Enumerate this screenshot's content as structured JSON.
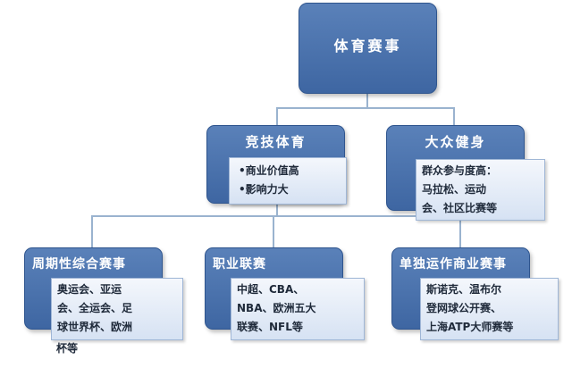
{
  "root": {
    "label": "体育赛事"
  },
  "level2": [
    {
      "label": "竞技体育",
      "points": [
        "•商业价值高",
        "•影响力大"
      ]
    },
    {
      "label": "大众健身",
      "points": [
        "群众参与度高：",
        "马拉松、运动",
        "会、社区比赛等"
      ]
    }
  ],
  "level3": [
    {
      "label": "周期性综合赛事",
      "points": [
        "奥运会、亚运",
        "会、全运会、足",
        "球世界杯、欧洲",
        "杯等"
      ]
    },
    {
      "label": "职业联赛",
      "points": [
        "中超、CBA、",
        "NBA、欧洲五大",
        "联赛、NFL等"
      ]
    },
    {
      "label": "单独运作商业赛事",
      "points": [
        "斯诺克、温布尔",
        "登网球公开赛、",
        "上海ATP大师赛等"
      ]
    }
  ],
  "colors": {
    "box": "#4a72ad",
    "box_border": "#2f558e",
    "card": "#dbe6f4",
    "connector": "#9ab3cf"
  }
}
